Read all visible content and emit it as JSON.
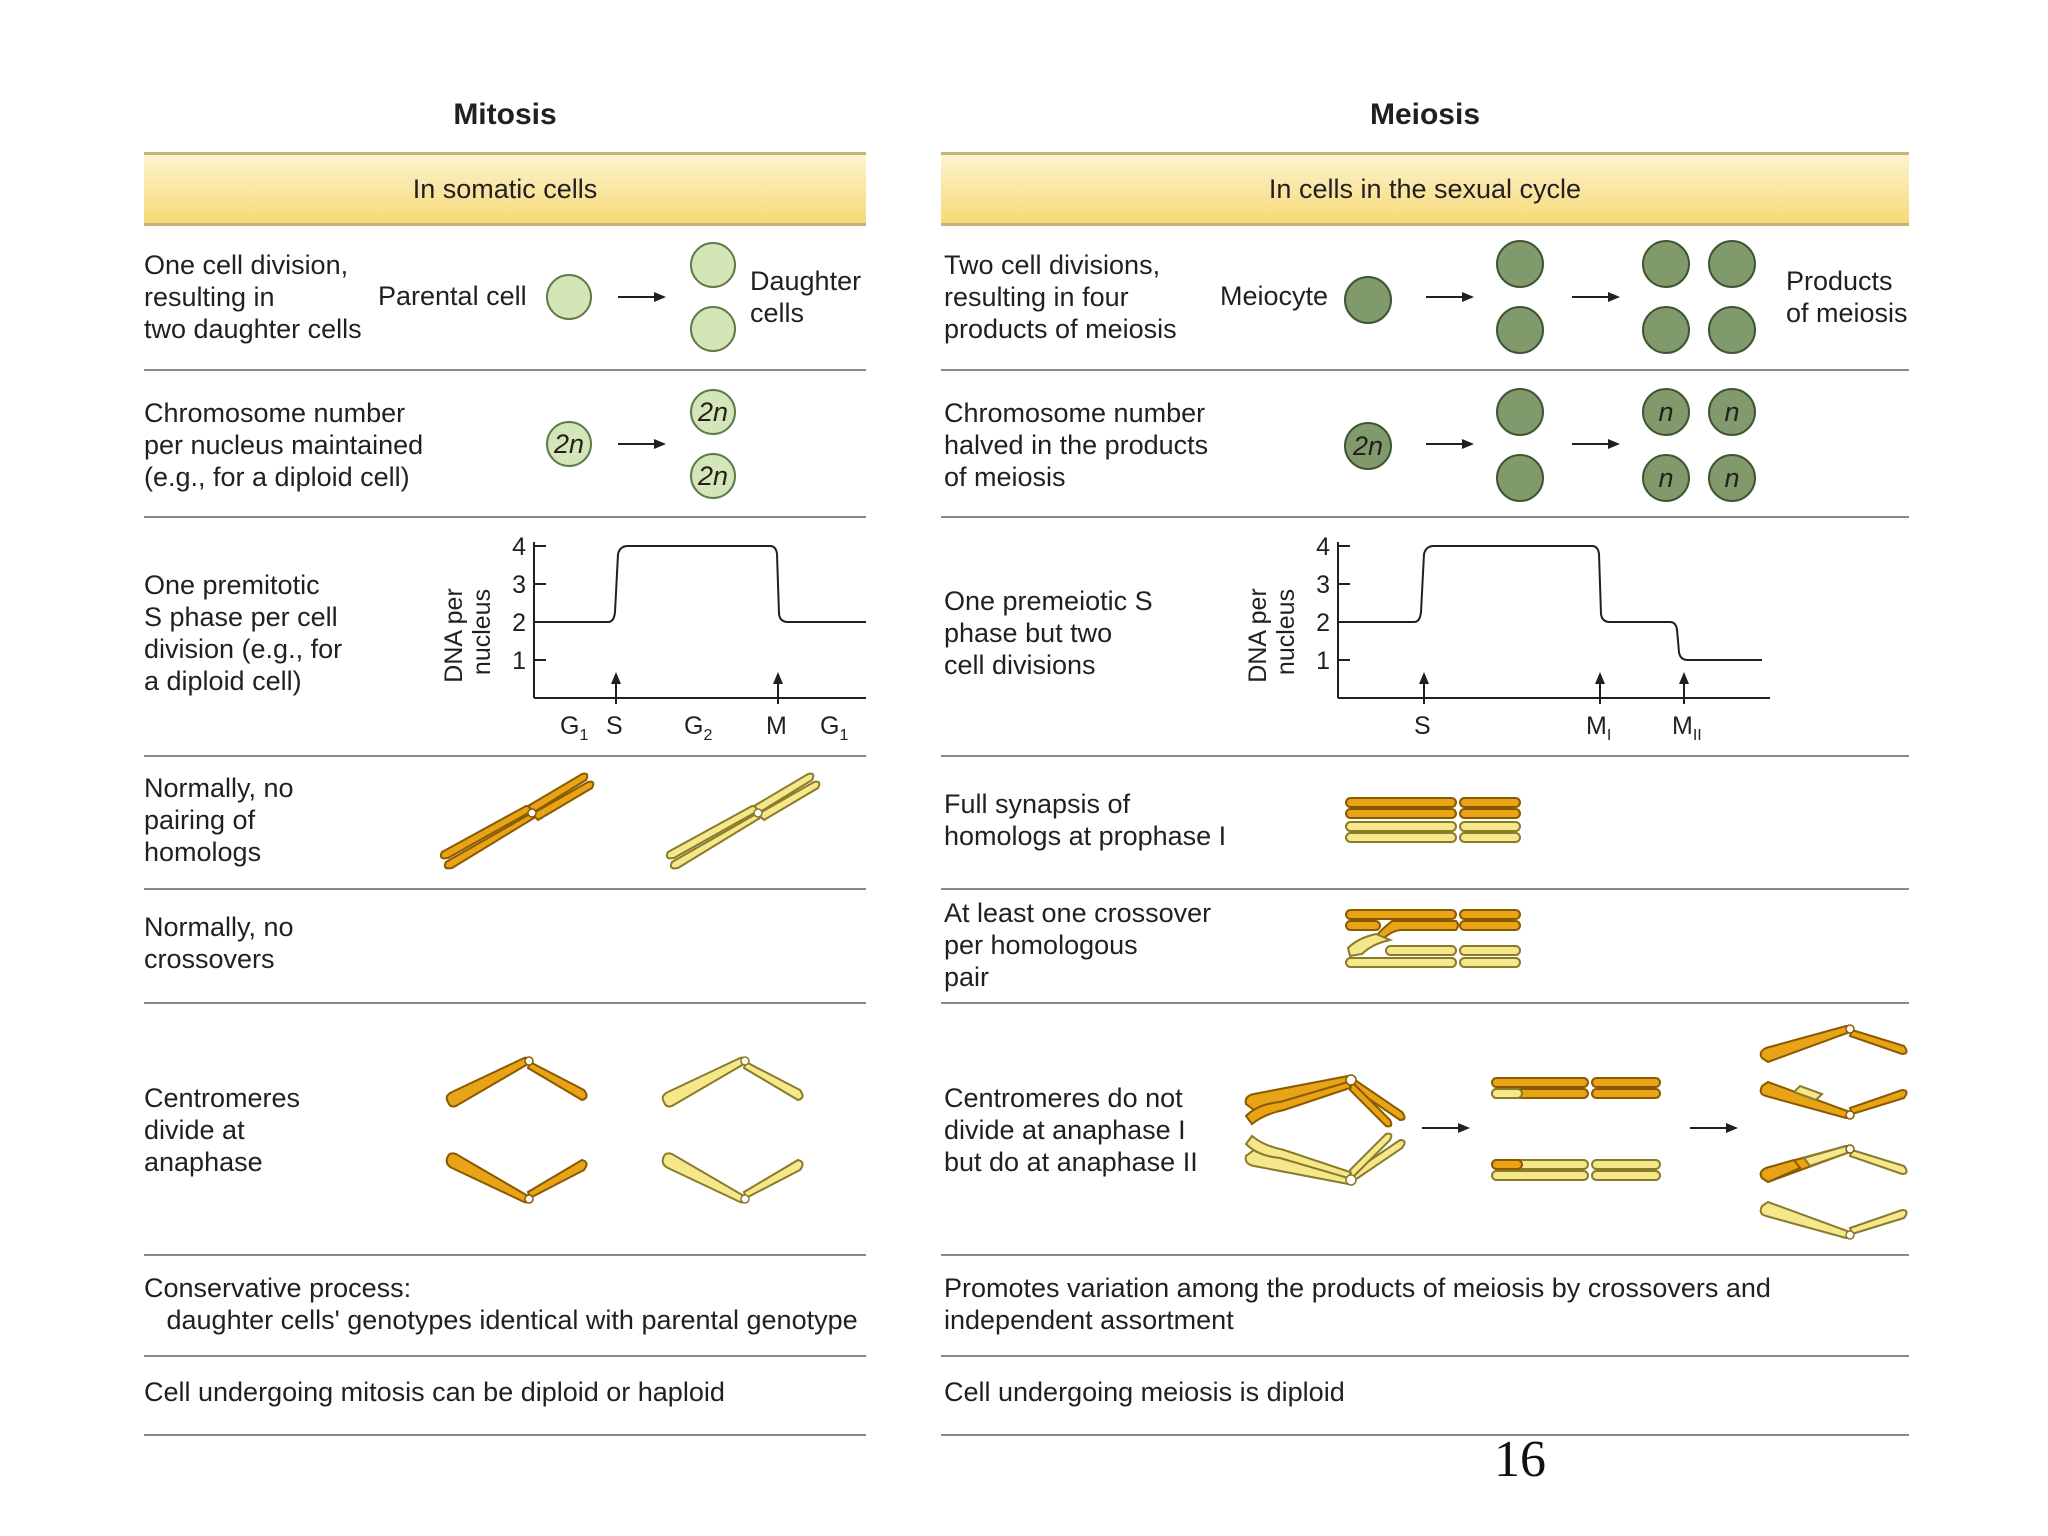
{
  "mitosis": {
    "title": "Mitosis",
    "header": "In somatic cells",
    "row1": {
      "desc": "One cell division,\nresulting in\ntwo daughter cells",
      "parental_label": "Parental cell",
      "daughter_label": "Daughter\ncells"
    },
    "row2": {
      "desc": "Chromosome number\nper nucleus maintained\n(e.g., for a diploid cell)",
      "ploidy": "2n"
    },
    "row3": {
      "desc": "One premitotic\nS phase per cell\ndivision (e.g., for\na diploid cell)",
      "ylabel": "DNA per\nnucleus",
      "yticks": [
        "4",
        "3",
        "2",
        "1"
      ],
      "phases": [
        "G1",
        "S",
        "G2",
        "M",
        "G1"
      ]
    },
    "row4": {
      "desc": "Normally, no\npairing of\nhomologs"
    },
    "row5": {
      "desc": "Normally, no\ncrossovers"
    },
    "row6": {
      "desc": "Centromeres\ndivide at\nanaphase"
    },
    "row7": {
      "desc": "Conservative process:\n   daughter cells' genotypes identical with parental genotype"
    },
    "row8": {
      "desc": "Cell undergoing mitosis can be diploid or haploid"
    }
  },
  "meiosis": {
    "title": "Meiosis",
    "header": "In cells in the sexual cycle",
    "row1": {
      "desc": "Two cell divisions,\nresulting in four\nproducts of meiosis",
      "meiocyte_label": "Meiocyte",
      "products_label": "Products\nof meiosis"
    },
    "row2": {
      "desc": "Chromosome number\nhalved in the products\nof meiosis",
      "ploidy_start": "2n",
      "ploidy_end": "n"
    },
    "row3": {
      "desc": "One premeiotic S\nphase but two\ncell divisions",
      "ylabel": "DNA per\nnucleus",
      "yticks": [
        "4",
        "3",
        "2",
        "1"
      ],
      "phases": [
        "S",
        "MI",
        "MII"
      ]
    },
    "row4": {
      "desc": "Full synapsis of\nhomologs at prophase I"
    },
    "row5": {
      "desc": "At least one crossover\nper homologous\npair"
    },
    "row6": {
      "desc": "Centromeres do not\ndivide at anaphase I\nbut do at anaphase II"
    },
    "row7": {
      "desc": "Promotes variation among the products of meiosis by crossovers and\nindependent assortment"
    },
    "row8": {
      "desc": "Cell undergoing meiosis is diploid"
    }
  },
  "slide_number": "16",
  "colors": {
    "band_top": "#fdf4cf",
    "band_bottom": "#f7d978",
    "mitosis_cell": "#d4e6b8",
    "meiosis_cell": "#809a6c",
    "chrom_dark": "#e8a317",
    "chrom_light": "#f5e88a"
  }
}
